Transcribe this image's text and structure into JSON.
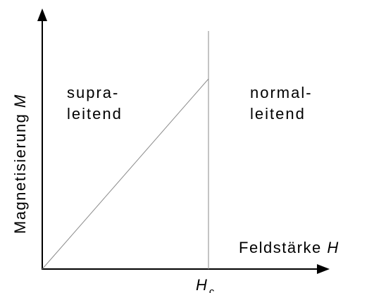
{
  "diagram": {
    "axis_y_label": {
      "text": "Magnetisierung ",
      "symbol": "M"
    },
    "axis_x_label": {
      "text": "Feldstärke ",
      "symbol": "H"
    },
    "critical_field_label": {
      "symbol": "H",
      "subscript": "c"
    },
    "region_left": {
      "line1": "supra-",
      "line2": "leitend"
    },
    "region_right": {
      "line1": "normal-",
      "line2": "leitend"
    },
    "colors": {
      "axes": "#000000",
      "curve": "#8a8a8a",
      "boundary": "#8a8a8a",
      "text": "#000000"
    }
  }
}
